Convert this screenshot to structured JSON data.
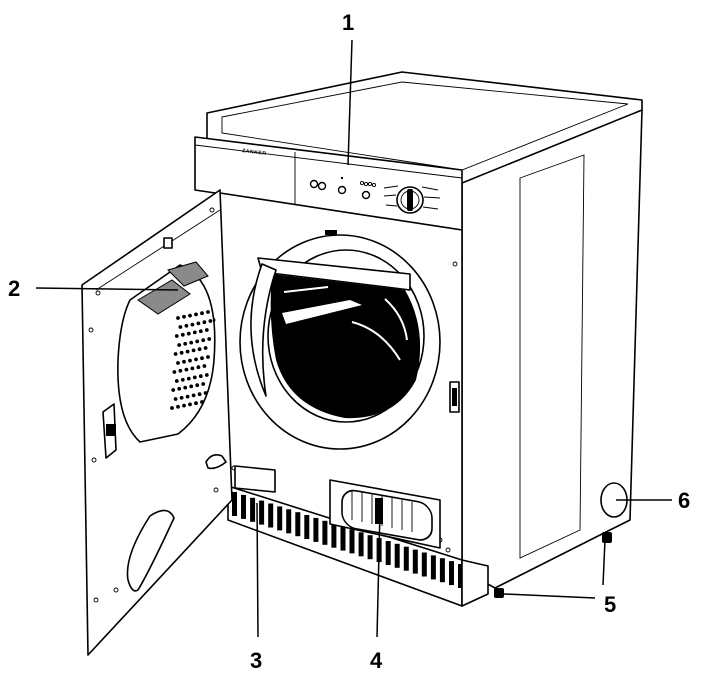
{
  "brand": "ZANKER",
  "callouts": [
    "1",
    "2",
    "3",
    "4",
    "5",
    "6"
  ]
}
